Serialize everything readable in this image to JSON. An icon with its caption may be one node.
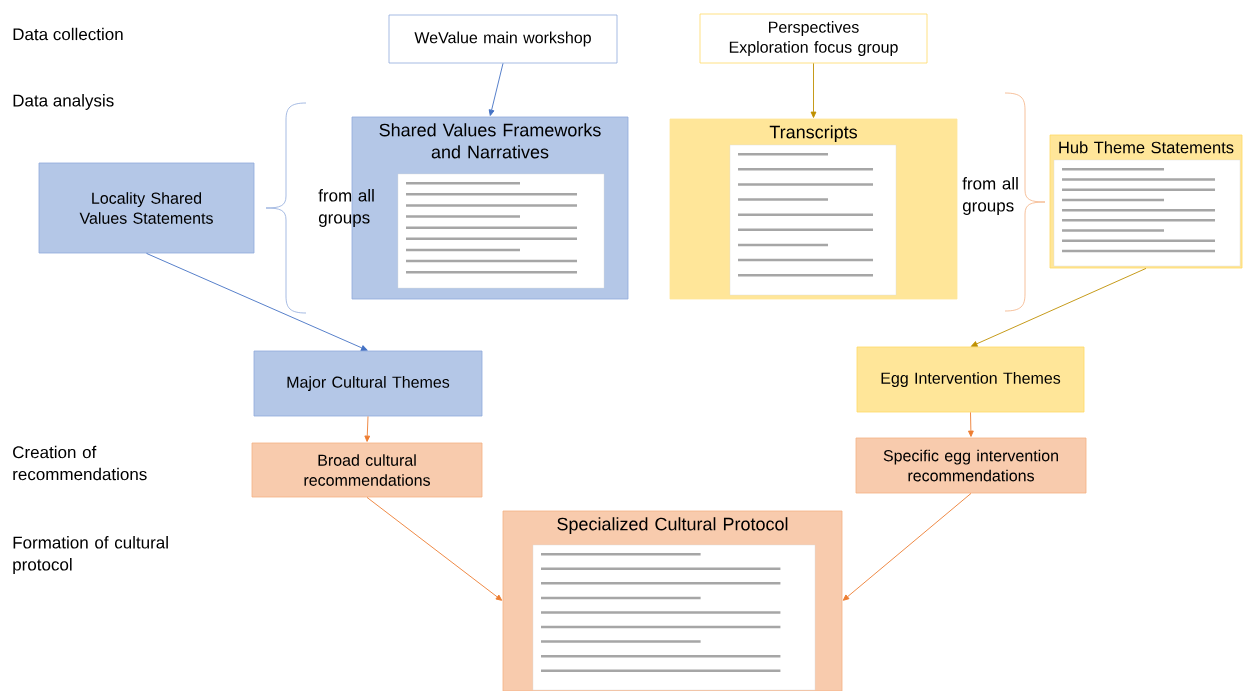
{
  "diagram": {
    "nodes": [
      {
        "text": [
          "WeValue main workshop"
        ]
      },
      {
        "text": [
          "Perspectives Exploration focus group"
        ]
      },
      {
        "text": [
          "Locality Shared Values Statements"
        ]
      },
      {
        "text": [
          "Shared Values Frameworks and Narratives"
        ]
      },
      {
        "text": [
          "Transcripts"
        ]
      },
      {
        "text": [
          "Hub Theme Statements"
        ]
      },
      {
        "text": [
          "Major Cultural Themes"
        ]
      },
      {
        "text": [
          "Egg Intervention Themes"
        ]
      },
      {
        "text": [
          "Broad cultural recommendations"
        ]
      },
      {
        "text": [
          "Specific egg intervention recommendations"
        ]
      },
      {
        "text": [
          "Specialized Cultural Protocol"
        ]
      }
    ],
    "edges": [
      {
        "from": 0,
        "to": 3,
        "arrow": "to",
        "color": "#4472c4"
      },
      {
        "from": 1,
        "to": 4,
        "arrow": "to",
        "color": "#bf9000"
      },
      {
        "from": 2,
        "to": 6,
        "arrow": "to",
        "color": "#4472c4"
      },
      {
        "from": 5,
        "to": 7,
        "arrow": "to",
        "color": "#bf9000"
      },
      {
        "from": 6,
        "to": 8,
        "arrow": "to"
      },
      {
        "from": 7,
        "to": 9,
        "arrow": "to"
      },
      {
        "from": 8,
        "to": 10,
        "arrow": "to"
      },
      {
        "from": 9,
        "to": 10,
        "arrow": "to"
      }
    ],
    "labels": [
      "Data collection",
      "Data analysis",
      "from all groups",
      "from all groups",
      "Creation of recommendations",
      "Formation of cultural protocol"
    ]
  }
}
